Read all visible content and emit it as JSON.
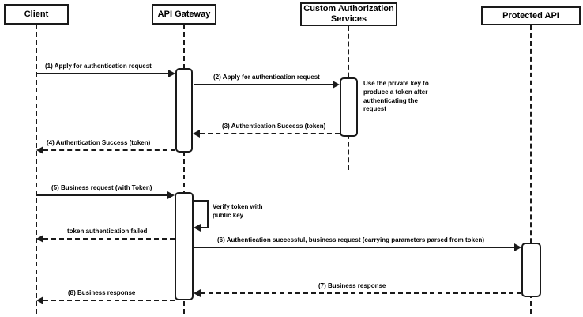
{
  "diagram_type": "sequence-diagram",
  "colors": {
    "stroke": "#1a1a1a",
    "text": "#000000",
    "background": "#ffffff"
  },
  "actors": [
    {
      "label": "Client"
    },
    {
      "label": "API Gateway"
    },
    {
      "label": "Custom Authorization Services"
    },
    {
      "label": "Protected API"
    }
  ],
  "messages": [
    {
      "label": "(1) Apply for authentication request",
      "type": "solid",
      "from": "Client",
      "to": "API Gateway"
    },
    {
      "label": "(2) Apply for authentication request",
      "type": "solid",
      "from": "API Gateway",
      "to": "Custom Authorization Services"
    },
    {
      "label": "(3) Authentication Success (token)",
      "type": "dashed-return",
      "from": "Custom Authorization Services",
      "to": "API Gateway"
    },
    {
      "label": "(4) Authentication Success (token)",
      "type": "dashed-return",
      "from": "API Gateway",
      "to": "Client"
    },
    {
      "label": "(5) Business request (with Token)",
      "type": "solid",
      "from": "Client",
      "to": "API Gateway"
    },
    {
      "label": "Verify token with public key",
      "type": "self",
      "from": "API Gateway",
      "to": "API Gateway"
    },
    {
      "label": "token authentication failed",
      "type": "dashed-return",
      "from": "API Gateway",
      "to": "Client"
    },
    {
      "label": "(6) Authentication successful, business request (carrying parameters parsed from token)",
      "type": "solid",
      "from": "API Gateway",
      "to": "Protected API"
    },
    {
      "label": "(7) Business response",
      "type": "dashed-return",
      "from": "Protected API",
      "to": "API Gateway"
    },
    {
      "label": "(8) Business response",
      "type": "dashed-return",
      "from": "API Gateway",
      "to": "Client"
    }
  ],
  "notes": [
    {
      "text": "Use the private key to produce a token after authenticating the request",
      "attached_to": "Custom Authorization Services"
    }
  ]
}
